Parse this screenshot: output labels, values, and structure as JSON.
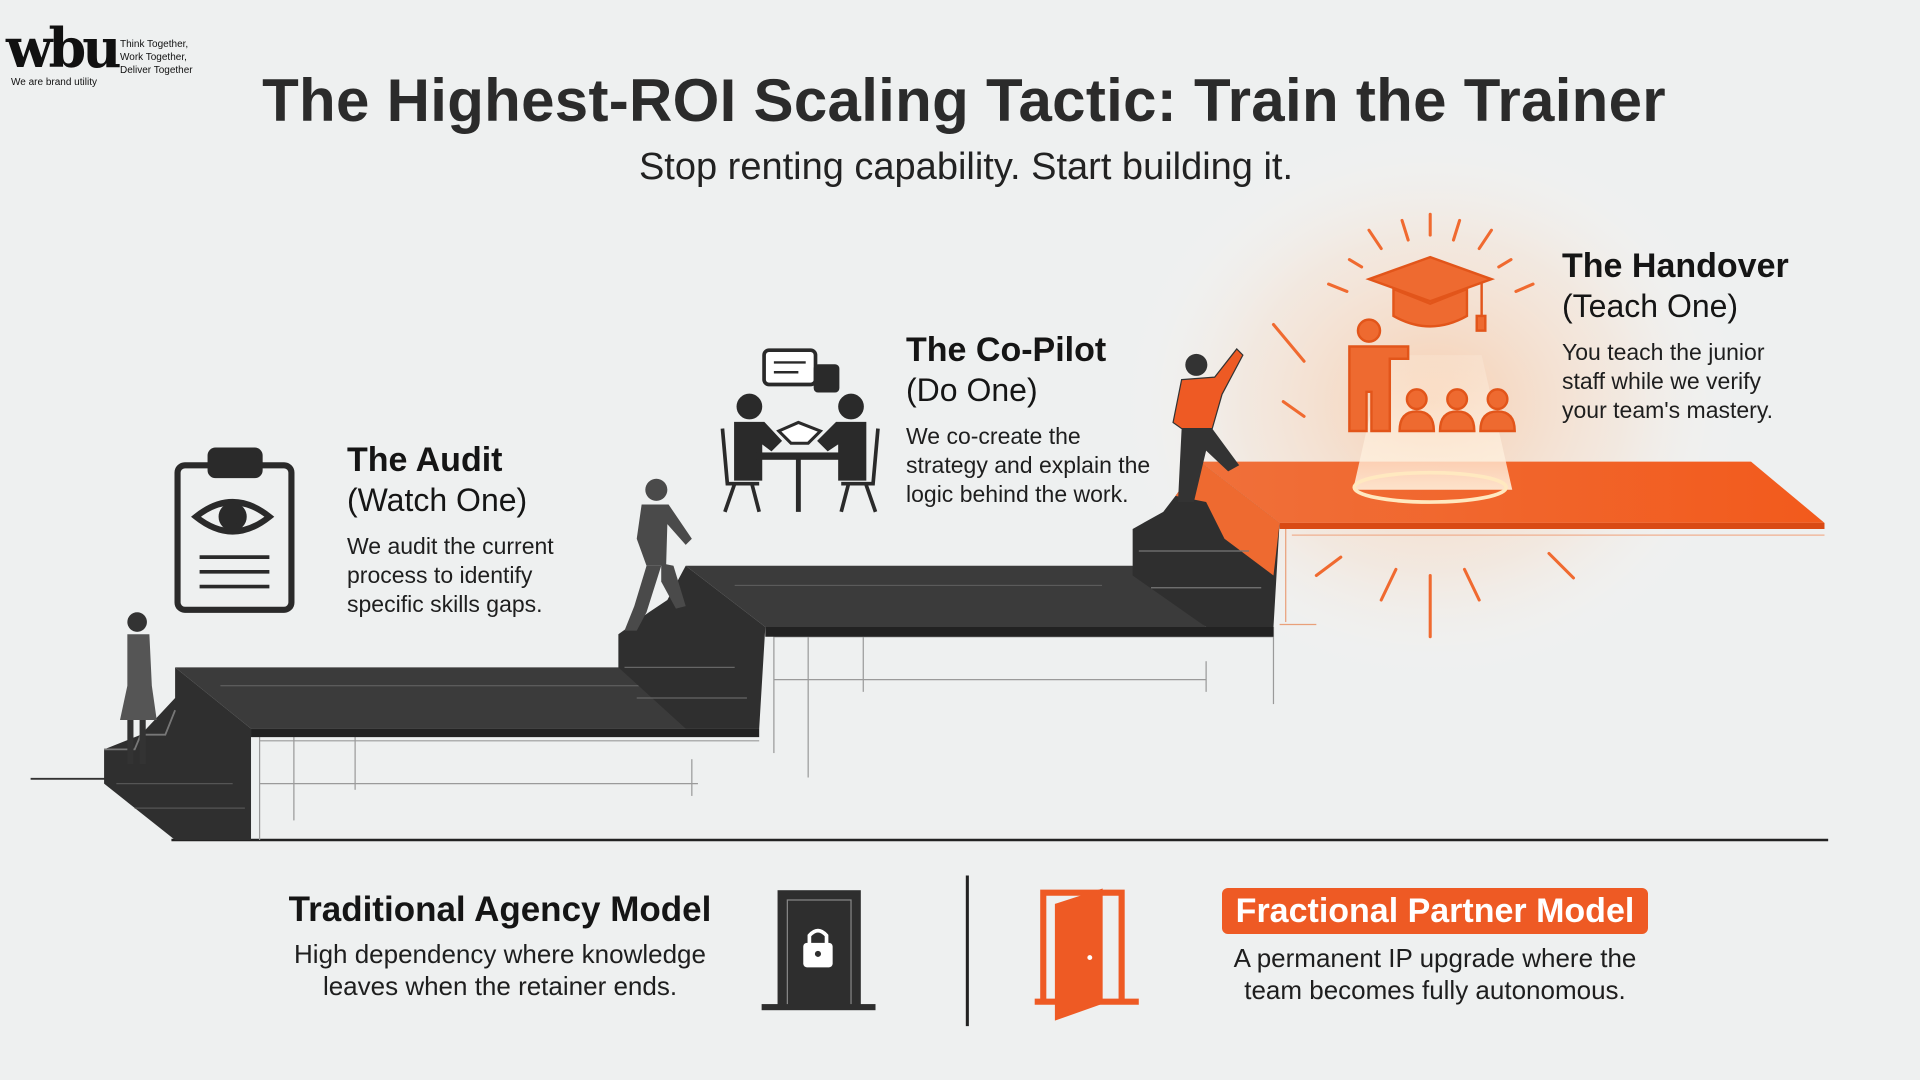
{
  "logo": {
    "mark": "wbu",
    "tagline": "We are brand utility",
    "motto": [
      "Think Together,",
      "Work Together,",
      "Deliver Together"
    ]
  },
  "header": {
    "title": "The Highest-ROI Scaling Tactic: Train the Trainer",
    "subtitle": "Stop renting capability. Start building it."
  },
  "steps": [
    {
      "title": "The Audit",
      "subtitle": "(Watch One)",
      "body": [
        "We audit the current",
        "process to identify",
        "specific skills gaps."
      ],
      "icon": "clipboard-eye-icon"
    },
    {
      "title": "The Co-Pilot",
      "subtitle": "(Do One)",
      "body": [
        "We co-create the",
        "strategy and explain the",
        "logic behind the work."
      ],
      "icon": "meeting-handshake-icon"
    },
    {
      "title": "The Handover",
      "subtitle": "(Teach One)",
      "body": [
        "You teach the junior",
        "staff while we verify",
        "your team's mastery."
      ],
      "icon": "graduation-teacher-icon"
    }
  ],
  "comparison": {
    "left": {
      "title": "Traditional Agency Model",
      "body": [
        "High dependency where knowledge",
        "leaves when the retainer ends."
      ],
      "icon": "locked-door-icon"
    },
    "right": {
      "title": "Fractional Partner Model",
      "body": [
        "A permanent IP upgrade where the",
        "team becomes fully autonomous."
      ],
      "icon": "open-door-icon"
    }
  },
  "colors": {
    "accent": "#ee5a24",
    "dark": "#2f2f2f",
    "background": "#eef0f0"
  }
}
